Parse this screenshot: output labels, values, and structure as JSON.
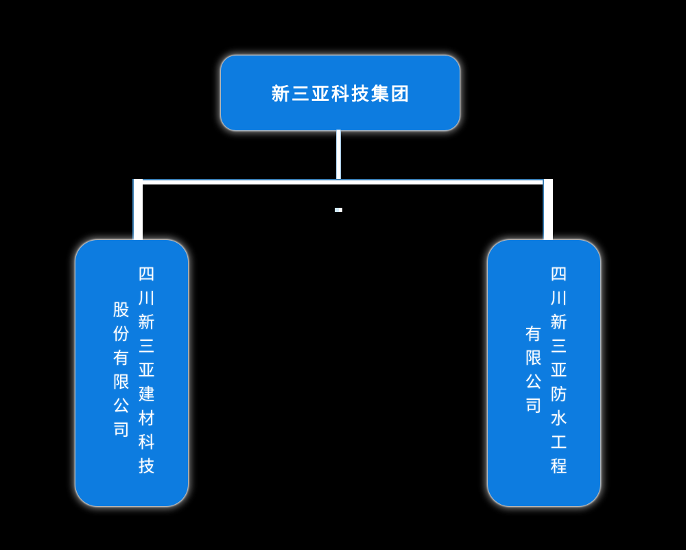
{
  "org_chart": {
    "root": {
      "label": "新三亚科技集团"
    },
    "children": [
      {
        "label": "四川新三亚建材科技股份有限公司",
        "lines": [
          "四川新三亚建材科技",
          "股份有限公司"
        ]
      },
      {
        "label": "四川新三亚防水工程有限公司",
        "lines": [
          "四川新三亚防水工程",
          "有限公司"
        ]
      }
    ]
  },
  "colors": {
    "background": "#000000",
    "node_fill": "#0d7ce0",
    "node_text": "#ffffff",
    "connector_white": "#ffffff",
    "connector_accent": "#3b7fb5",
    "connector_accent_light": "#a9cde9"
  }
}
